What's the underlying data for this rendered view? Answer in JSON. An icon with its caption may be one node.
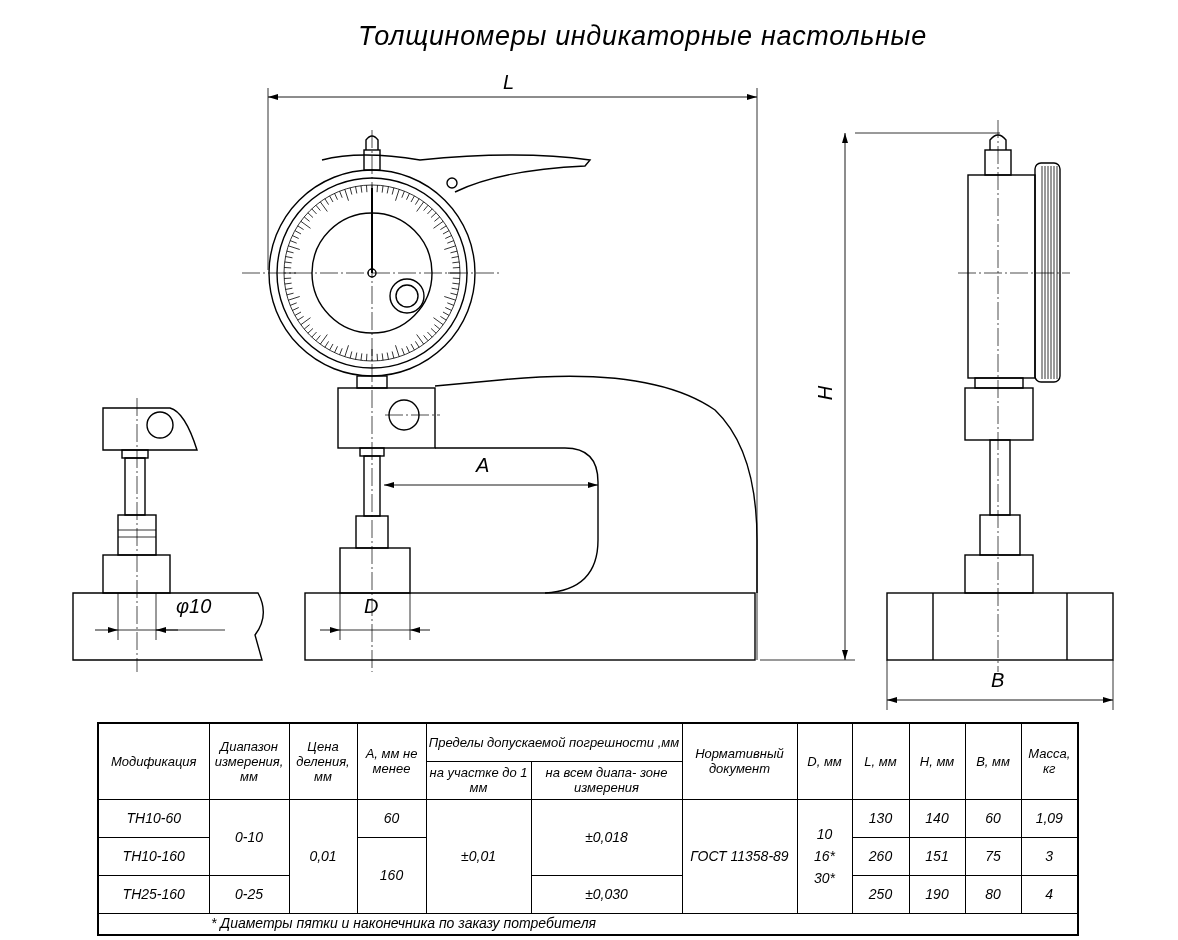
{
  "diagram": {
    "title": "Толщиномеры индикаторные настольные",
    "labels": [
      "L",
      "H",
      "A",
      "φ10",
      "D",
      "B",
      "Модификация",
      "Диапазон измерения, мм",
      "Цена деления, мм",
      "А, мм не менее",
      "Пределы допускаемой погрешности ,мм",
      "Нормативный документ",
      "D, мм",
      "L, мм",
      "H, мм",
      "B, мм",
      "Масса, кг",
      "на участке до 1 мм",
      "на всем диапа- зоне измерения",
      "ТН10-60",
      "0-10",
      "0,01",
      "60",
      "±0,01",
      "±0,018",
      "ГОСТ 11358-89",
      "10 16* 30*",
      "130",
      "140",
      "60",
      "1,09",
      "ТН10-160",
      "160",
      "260",
      "151",
      "75",
      "3",
      "ТН25-160",
      "0-25",
      "±0,030",
      "250",
      "190",
      "80",
      "4",
      "* Диаметры пятки и наконечника по заказу потребителя"
    ]
  }
}
